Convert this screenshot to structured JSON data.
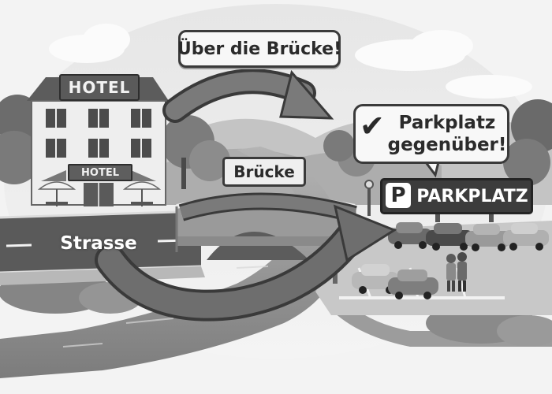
{
  "scene": {
    "callout_bridge": "Über die Brücke!",
    "hotel_sign": "HOTEL",
    "hotel_entrance_sign": "HOTEL",
    "bridge_sign": "Brücke",
    "street_label": "Strasse",
    "parking_callout_line1": "Parkplatz",
    "parking_callout_line2": "gegenüber!",
    "parking_sign_letter": "P",
    "parking_sign_text": "PARKPLATZ"
  },
  "icons": {
    "check": "check-icon",
    "parking": "parking-icon",
    "route_arrow": "curved-arrow-icon"
  },
  "colors": {
    "arrow_fill": "#6e6e6e",
    "arrow_stroke": "#3a3a3a",
    "water": "#8c8c8c",
    "road": "#5a5a5a"
  }
}
